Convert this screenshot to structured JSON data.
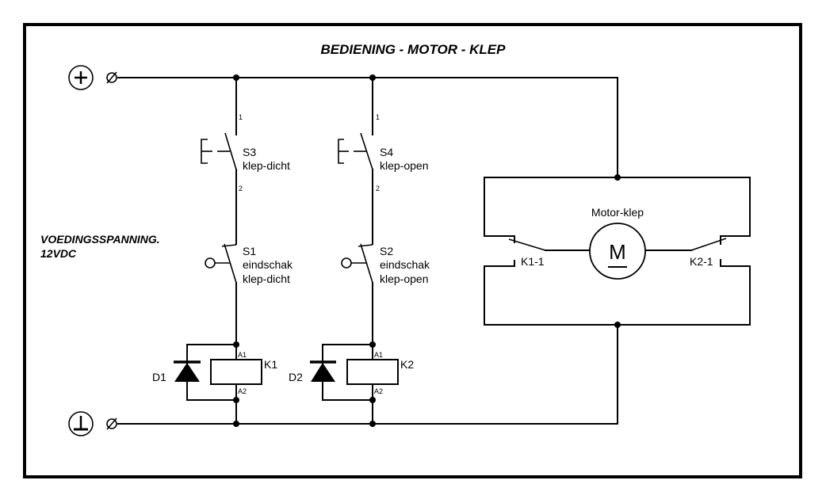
{
  "diagram": {
    "title": "BEDIENING - MOTOR - KLEP",
    "supply_label_line1": "VOEDINGSSPANNING.",
    "supply_label_line2": "12VDC",
    "terminals": {
      "positive_symbol": "+",
      "ground_symbol": "ground"
    },
    "switches": {
      "s3": {
        "name": "S3",
        "desc": "klep-dicht",
        "pin_top": "1",
        "pin_bottom": "2"
      },
      "s4": {
        "name": "S4",
        "desc": "klep-open",
        "pin_top": "1",
        "pin_bottom": "2"
      },
      "s1": {
        "name": "S1",
        "desc1": "eindschak",
        "desc2": "klep-dicht"
      },
      "s2": {
        "name": "S2",
        "desc1": "eindschak",
        "desc2": "klep-open"
      }
    },
    "relays": {
      "k1": {
        "name": "K1",
        "pin_a1": "A1",
        "pin_a2": "A2"
      },
      "k2": {
        "name": "K2",
        "pin_a1": "A1",
        "pin_a2": "A2"
      }
    },
    "diodes": {
      "d1": "D1",
      "d2": "D2"
    },
    "motor": {
      "label": "Motor-klep",
      "symbol": "M",
      "contact_left": "K1-1",
      "contact_right": "K2-1"
    }
  }
}
